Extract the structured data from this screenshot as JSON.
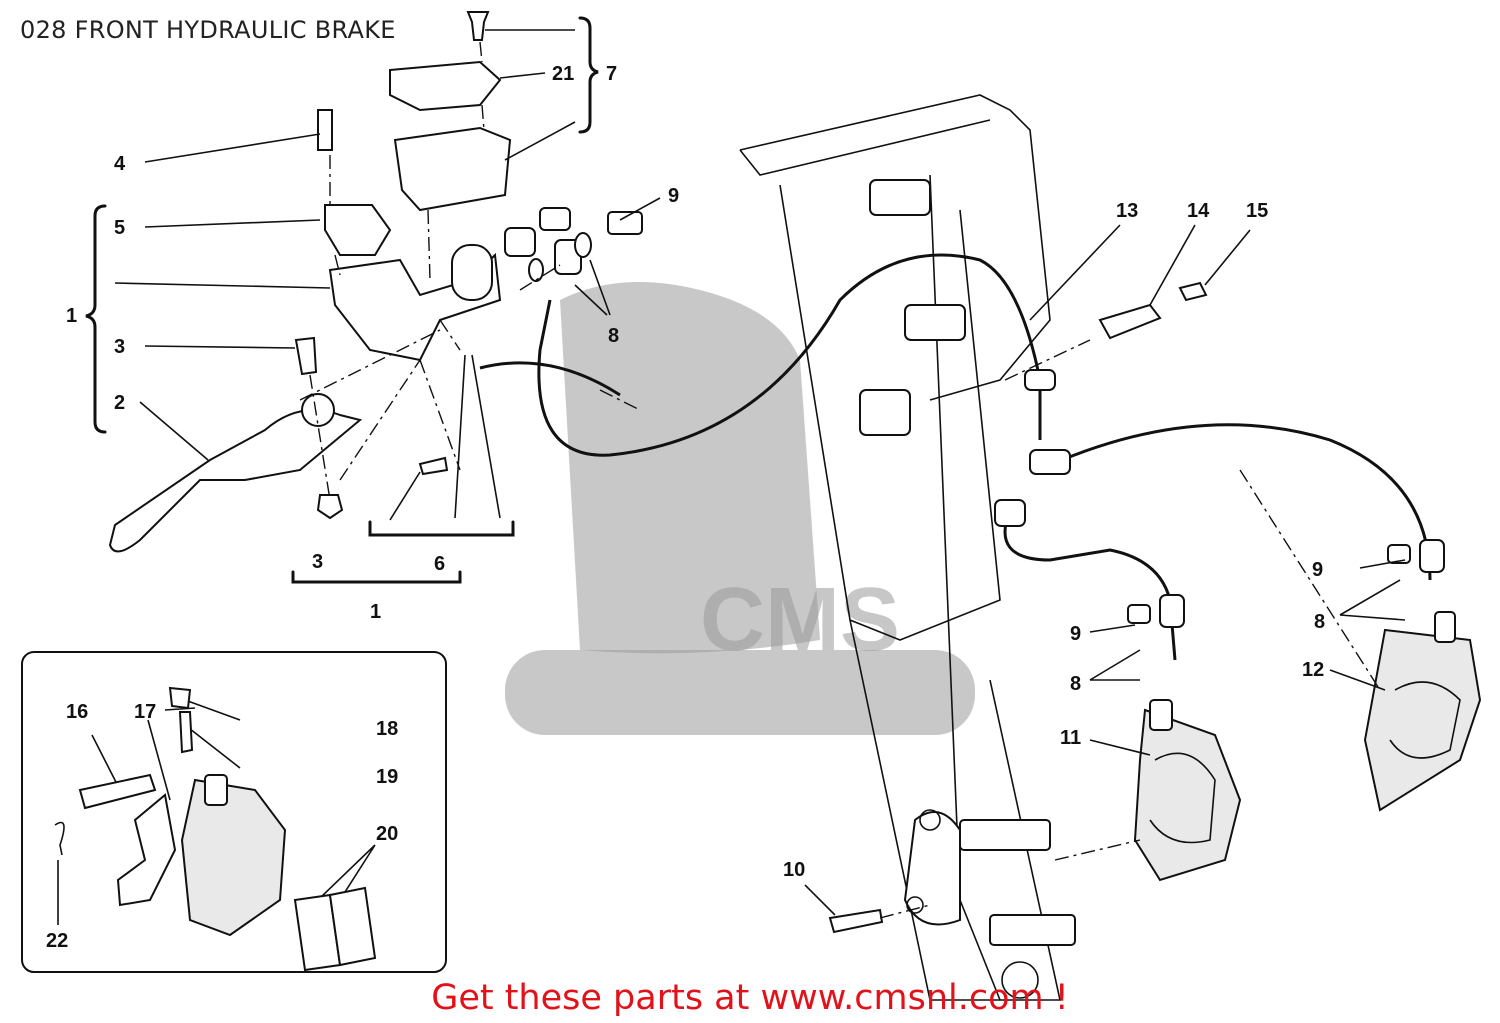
{
  "title": "028 FRONT HYDRAULIC BRAKE",
  "footer": "Get these parts at www.cmsnl.com !",
  "watermark": "CMS",
  "colors": {
    "footer": "#e2121a",
    "line": "#111111",
    "watermark": "#9a9a9a"
  },
  "callouts": {
    "c1a": "1",
    "c1b": "1",
    "c2": "2",
    "c3a": "3",
    "c3b": "3",
    "c4": "4",
    "c5": "5",
    "c6": "6",
    "c7": "7",
    "c8a": "8",
    "c8b": "8",
    "c8c": "8",
    "c9a": "9",
    "c9b": "9",
    "c9c": "9",
    "c10": "10",
    "c11": "11",
    "c12": "12",
    "c13": "13",
    "c14": "14",
    "c15": "15",
    "c16": "16",
    "c17": "17",
    "c18": "18",
    "c19": "19",
    "c20": "20",
    "c21": "21",
    "c22": "22"
  }
}
